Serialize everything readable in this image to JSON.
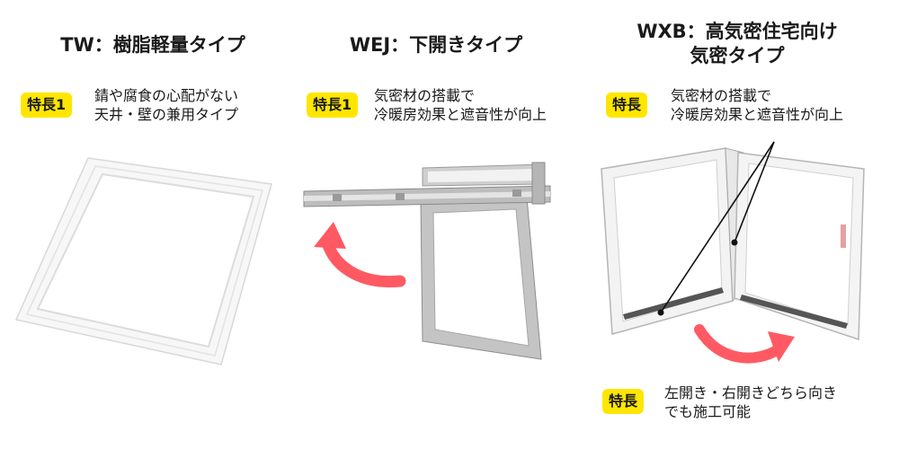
{
  "columns": [
    {
      "title": "TW：樹脂軽量タイプ",
      "badge": "特長1",
      "feature_lines": [
        "錆や腐食の心配がない",
        "天井・壁の兼用タイプ"
      ]
    },
    {
      "title": "WEJ：下開きタイプ",
      "badge": "特長1",
      "feature_lines": [
        "気密材の搭載で",
        "冷暖房効果と遮音性が向上"
      ]
    },
    {
      "title_lines": [
        "WXB：高気密住宅向け",
        "気密タイプ"
      ],
      "badge": "特長",
      "feature_lines": [
        "気密材の搭載で",
        "冷暖房効果と遮音性が向上"
      ],
      "badge2": "特長",
      "feature2_lines": [
        "左開き・右開きどちら向き",
        "でも施工可能"
      ]
    }
  ],
  "colors": {
    "badge": "#ffe600",
    "arrow": "#ff5a63",
    "frame_white": "#f6f6f6",
    "frame_silver": "#c9c9c9"
  }
}
